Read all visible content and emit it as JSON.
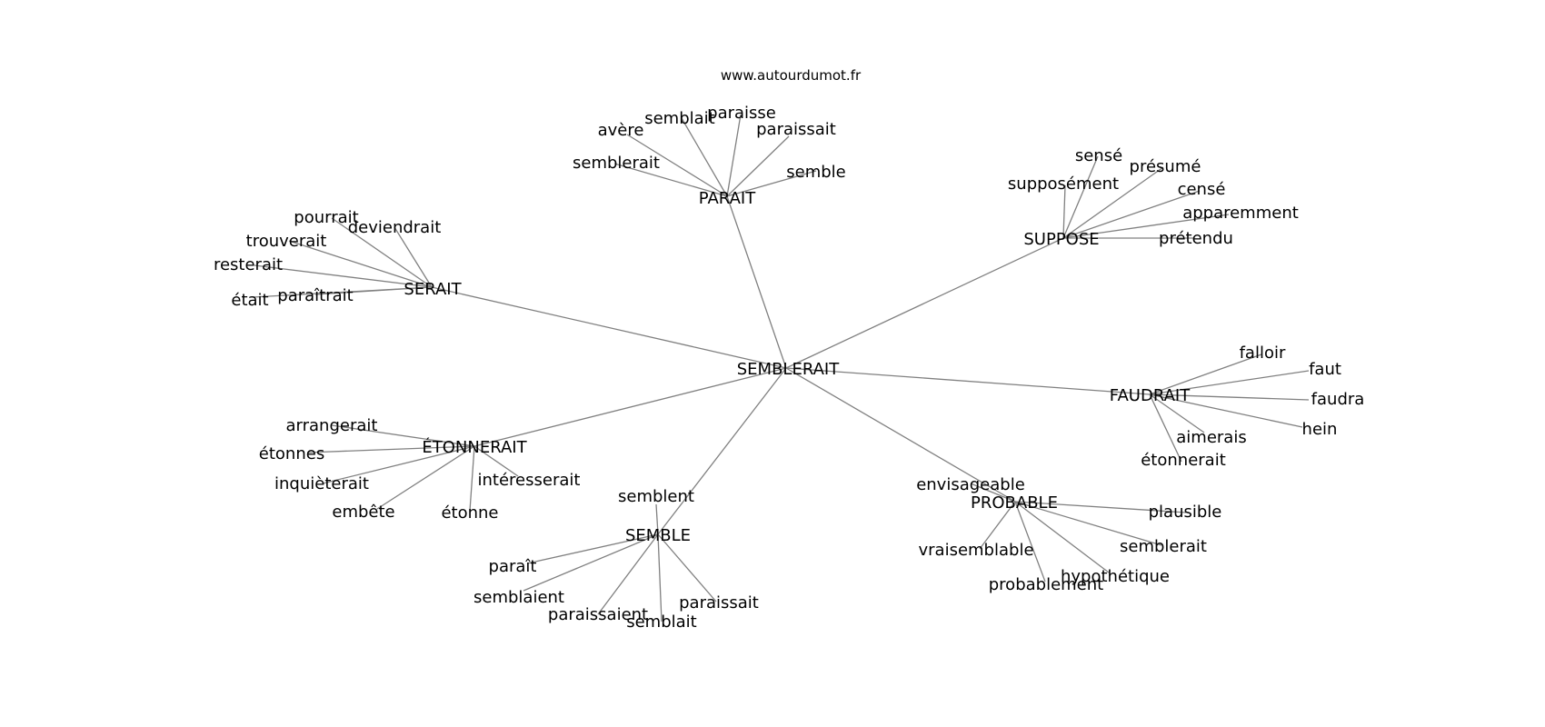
{
  "header": {
    "site": "www.autourdumot.fr"
  },
  "graph": {
    "center": "SEMBLERAIT",
    "clusters": [
      {
        "hub": "PARAIT",
        "leaves": [
          "avère",
          "semblait",
          "paraisse",
          "paraissait",
          "semblerait",
          "semble"
        ]
      },
      {
        "hub": "SUPPOSE",
        "leaves": [
          "sensé",
          "présumé",
          "supposément",
          "censé",
          "apparemment",
          "prétendu"
        ]
      },
      {
        "hub": "SERAIT",
        "leaves": [
          "pourrait",
          "deviendrait",
          "trouverait",
          "resterait",
          "paraîtrait",
          "était"
        ]
      },
      {
        "hub": "FAUDRAIT",
        "leaves": [
          "falloir",
          "faut",
          "faudra",
          "hein",
          "aimerais",
          "étonnerait"
        ]
      },
      {
        "hub": "ÉTONNERAIT",
        "leaves": [
          "arrangerait",
          "étonnes",
          "inquièterait",
          "intéresserait",
          "embête",
          "étonne"
        ]
      },
      {
        "hub": "PROBABLE",
        "leaves": [
          "envisageable",
          "plausible",
          "semblerait",
          "vraisemblable",
          "hypothétique",
          "probablement"
        ]
      },
      {
        "hub": "SEMBLE",
        "leaves": [
          "semblent",
          "paraît",
          "semblaient",
          "paraissait",
          "paraissaient",
          "semblait"
        ]
      }
    ]
  }
}
